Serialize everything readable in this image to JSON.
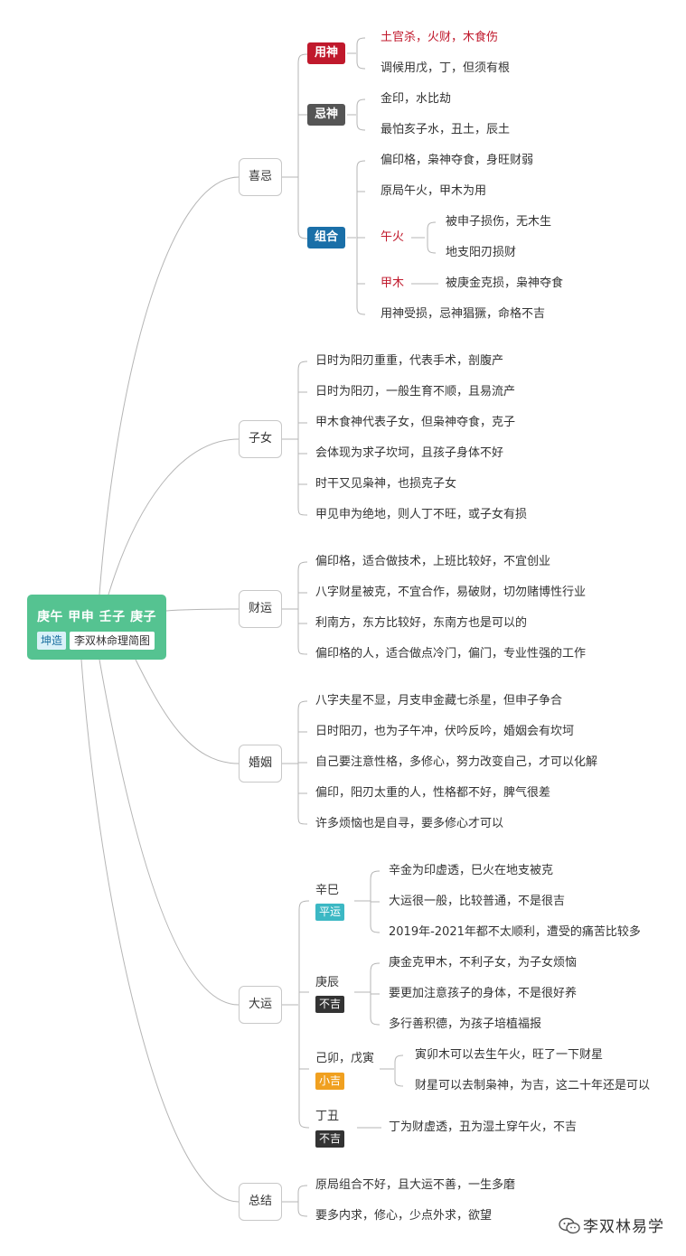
{
  "root": {
    "title": "庚午 甲申 壬子 庚子",
    "tag1": "坤造",
    "tag2": "李双林命理简图"
  },
  "xiji": {
    "label": "喜忌",
    "yongshen": {
      "label": "用神",
      "items": [
        "土官杀，火财，木食伤",
        "调候用戊，丁，但须有根"
      ],
      "color": "#c0192c"
    },
    "jishen": {
      "label": "忌神",
      "items": [
        "金印，水比劫",
        "最怕亥子水，丑土，辰土"
      ],
      "color": "#555555"
    },
    "zuhe": {
      "label": "组合",
      "color": "#1a6fa8",
      "item1": "偏印格，枭神夺食，身旺财弱",
      "item2": "原局午火，甲木为用",
      "wuhuo": {
        "label": "午火",
        "items": [
          "被申子损伤，无木生",
          "地支阳刃损财"
        ]
      },
      "jiamu": {
        "label": "甲木",
        "item": "被庚金克损，枭神夺食"
      },
      "item3": "用神受损，忌神猖獗，命格不吉"
    }
  },
  "zinv": {
    "label": "子女",
    "items": [
      "日时为阳刃重重，代表手术，剖腹产",
      "日时为阳刃，一般生育不顺，且易流产",
      "甲木食神代表子女，但枭神夺食，克子",
      "会体现为求子坎坷，且孩子身体不好",
      "时干又见枭神，也损克子女",
      "甲见申为绝地，则人丁不旺，或子女有损"
    ]
  },
  "caiyun": {
    "label": "财运",
    "items": [
      "偏印格，适合做技术，上班比较好，不宜创业",
      "八字财星被克，不宜合作，易破财，切勿赌博性行业",
      "利南方，东方比较好，东南方也是可以的",
      "偏印格的人，适合做点冷门，偏门，专业性强的工作"
    ]
  },
  "hunyin": {
    "label": "婚姻",
    "items": [
      "八字夫星不显，月支申金藏七杀星，但申子争合",
      "日时阳刃，也为子午冲，伏吟反吟，婚姻会有坎坷",
      "自己要注意性格，多修心，努力改变自己，才可以化解",
      "偏印，阳刃太重的人，性格都不好，脾气很差",
      "许多烦恼也是自寻，要多修心才可以"
    ]
  },
  "dayun": {
    "label": "大运",
    "xinsi": {
      "name": "辛巳",
      "badge": "平运",
      "color": "#3cb8c4",
      "items": [
        "辛金为印虚透，巳火在地支被克",
        "大运很一般，比较普通，不是很吉",
        "2019年-2021年都不太顺利，遭受的痛苦比较多"
      ]
    },
    "gengchen": {
      "name": "庚辰",
      "badge": "不吉",
      "color": "#333333",
      "items": [
        "庚金克甲木，不利子女，为子女烦恼",
        "要更加注意孩子的身体，不是很好养",
        "多行善积德，为孩子培植福报"
      ]
    },
    "jimao": {
      "name": "己卯，戊寅",
      "badge": "小吉",
      "color": "#f0a020",
      "items": [
        "寅卯木可以去生午火，旺了一下财星",
        "财星可以去制枭神，为吉，这二十年还是可以"
      ]
    },
    "dingchou": {
      "name": "丁丑",
      "badge": "不吉",
      "color": "#333333",
      "item": "丁为财虚透，丑为湿土穿午火，不吉"
    }
  },
  "zongjie": {
    "label": "总结",
    "items": [
      "原局组合不好，且大运不善，一生多磨",
      "要多内求，修心，少点外求，欲望"
    ]
  },
  "watermark": {
    "text": "李双林易学",
    "icon": "wechat-icon"
  }
}
